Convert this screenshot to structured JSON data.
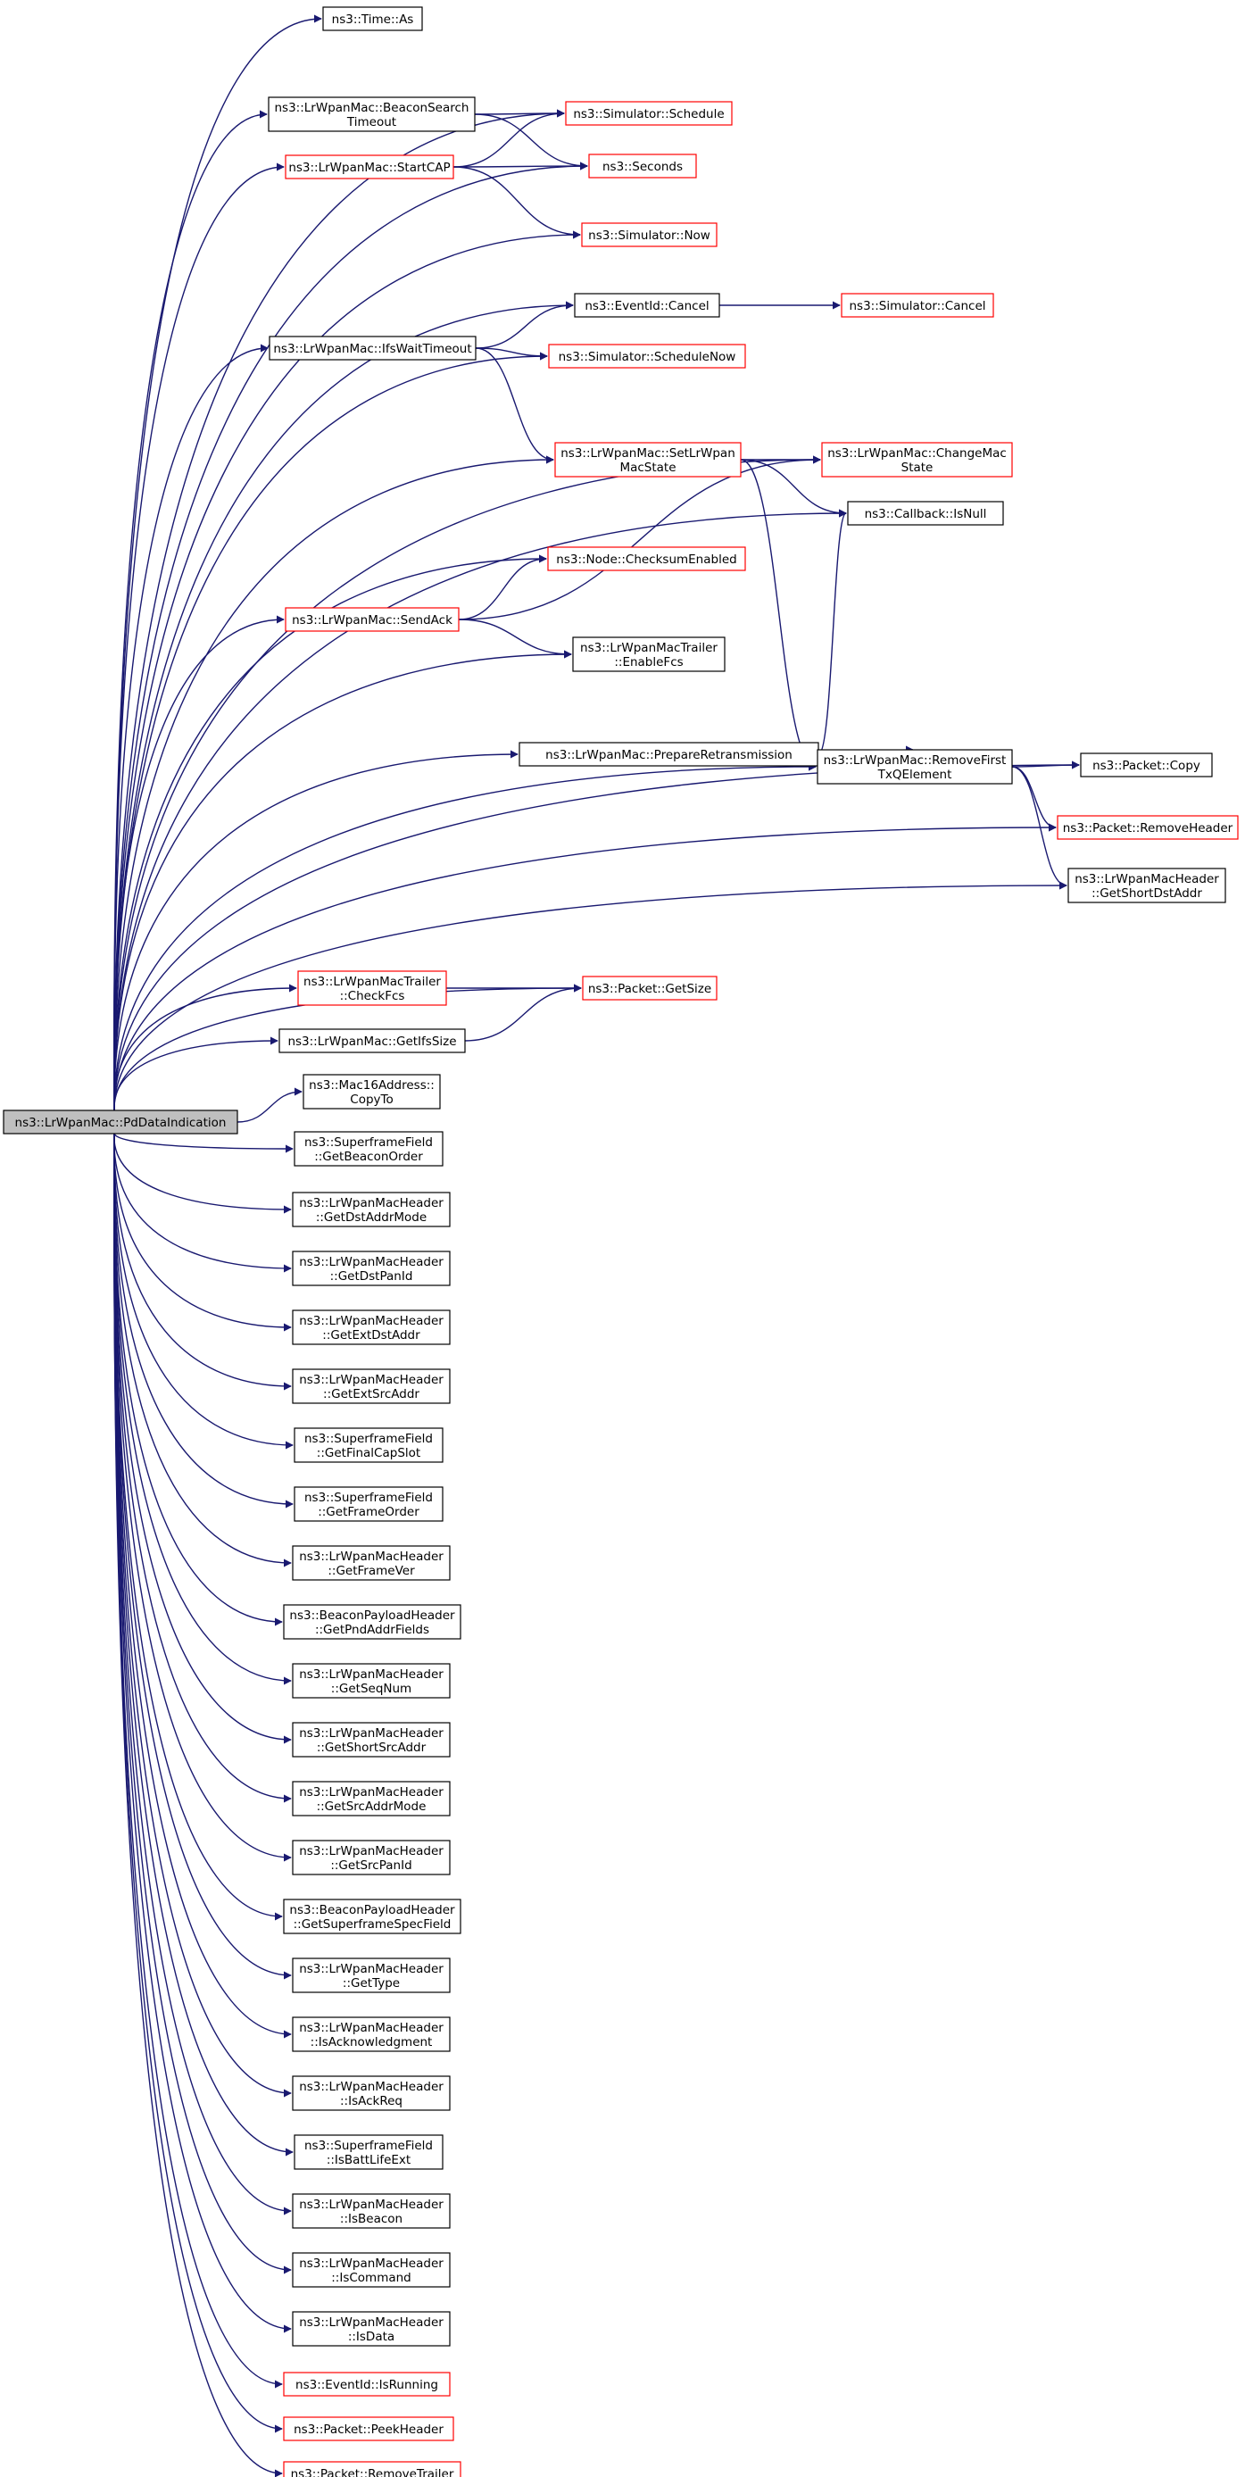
{
  "diagram": {
    "type": "call-graph",
    "colors": {
      "edge": "#191970",
      "border_default": "#000000",
      "border_truncated": "#ff0000",
      "root_fill": "#bfbfbf",
      "background": "#ffffff"
    },
    "nodes": [
      {
        "id": "root",
        "lines": [
          "ns3::LrWpanMac::PdDataIndication"
        ],
        "style": "root"
      },
      {
        "id": "time_as",
        "lines": [
          "ns3::Time::As"
        ],
        "style": "black"
      },
      {
        "id": "beacon_search",
        "lines": [
          "ns3::LrWpanMac::BeaconSearch",
          "Timeout"
        ],
        "style": "black"
      },
      {
        "id": "schedule",
        "lines": [
          "ns3::Simulator::Schedule"
        ],
        "style": "red"
      },
      {
        "id": "start_cap",
        "lines": [
          "ns3::LrWpanMac::StartCAP"
        ],
        "style": "red"
      },
      {
        "id": "seconds",
        "lines": [
          "ns3::Seconds"
        ],
        "style": "red"
      },
      {
        "id": "now",
        "lines": [
          "ns3::Simulator::Now"
        ],
        "style": "red"
      },
      {
        "id": "eventid_cancel",
        "lines": [
          "ns3::EventId::Cancel"
        ],
        "style": "black"
      },
      {
        "id": "sim_cancel",
        "lines": [
          "ns3::Simulator::Cancel"
        ],
        "style": "red"
      },
      {
        "id": "ifs_wait",
        "lines": [
          "ns3::LrWpanMac::IfsWaitTimeout"
        ],
        "style": "black"
      },
      {
        "id": "schedule_now",
        "lines": [
          "ns3::Simulator::ScheduleNow"
        ],
        "style": "red"
      },
      {
        "id": "set_state",
        "lines": [
          "ns3::LrWpanMac::SetLrWpan",
          "MacState"
        ],
        "style": "red"
      },
      {
        "id": "change_state",
        "lines": [
          "ns3::LrWpanMac::ChangeMac",
          "State"
        ],
        "style": "red"
      },
      {
        "id": "isnull",
        "lines": [
          "ns3::Callback::IsNull"
        ],
        "style": "black"
      },
      {
        "id": "checksum",
        "lines": [
          "ns3::Node::ChecksumEnabled"
        ],
        "style": "red"
      },
      {
        "id": "send_ack",
        "lines": [
          "ns3::LrWpanMac::SendAck"
        ],
        "style": "red"
      },
      {
        "id": "enable_fcs",
        "lines": [
          "ns3::LrWpanMacTrailer",
          "::EnableFcs"
        ],
        "style": "black"
      },
      {
        "id": "prepare_retx",
        "lines": [
          "ns3::LrWpanMac::PrepareRetransmission"
        ],
        "style": "black"
      },
      {
        "id": "remove_first",
        "lines": [
          "ns3::LrWpanMac::RemoveFirst",
          "TxQElement"
        ],
        "style": "black"
      },
      {
        "id": "copy",
        "lines": [
          "ns3::Packet::Copy"
        ],
        "style": "black"
      },
      {
        "id": "remove_header",
        "lines": [
          "ns3::Packet::RemoveHeader"
        ],
        "style": "red"
      },
      {
        "id": "short_dst",
        "lines": [
          "ns3::LrWpanMacHeader",
          "::GetShortDstAddr"
        ],
        "style": "black"
      },
      {
        "id": "check_fcs",
        "lines": [
          "ns3::LrWpanMacTrailer",
          "::CheckFcs"
        ],
        "style": "red"
      },
      {
        "id": "get_size",
        "lines": [
          "ns3::Packet::GetSize"
        ],
        "style": "red"
      },
      {
        "id": "ifs_size",
        "lines": [
          "ns3::LrWpanMac::GetIfsSize"
        ],
        "style": "black"
      },
      {
        "id": "copy_to",
        "lines": [
          "ns3::Mac16Address::",
          "CopyTo"
        ],
        "style": "black"
      },
      {
        "id": "beacon_order",
        "lines": [
          "ns3::SuperframeField",
          "::GetBeaconOrder"
        ],
        "style": "black"
      },
      {
        "id": "dst_addr_mode",
        "lines": [
          "ns3::LrWpanMacHeader",
          "::GetDstAddrMode"
        ],
        "style": "black"
      },
      {
        "id": "dst_pan",
        "lines": [
          "ns3::LrWpanMacHeader",
          "::GetDstPanId"
        ],
        "style": "black"
      },
      {
        "id": "ext_dst",
        "lines": [
          "ns3::LrWpanMacHeader",
          "::GetExtDstAddr"
        ],
        "style": "black"
      },
      {
        "id": "ext_src",
        "lines": [
          "ns3::LrWpanMacHeader",
          "::GetExtSrcAddr"
        ],
        "style": "black"
      },
      {
        "id": "final_cap",
        "lines": [
          "ns3::SuperframeField",
          "::GetFinalCapSlot"
        ],
        "style": "black"
      },
      {
        "id": "frame_order",
        "lines": [
          "ns3::SuperframeField",
          "::GetFrameOrder"
        ],
        "style": "black"
      },
      {
        "id": "frame_ver",
        "lines": [
          "ns3::LrWpanMacHeader",
          "::GetFrameVer"
        ],
        "style": "black"
      },
      {
        "id": "pnd_addr",
        "lines": [
          "ns3::BeaconPayloadHeader",
          "::GetPndAddrFields"
        ],
        "style": "black"
      },
      {
        "id": "seq_num",
        "lines": [
          "ns3::LrWpanMacHeader",
          "::GetSeqNum"
        ],
        "style": "black"
      },
      {
        "id": "short_src",
        "lines": [
          "ns3::LrWpanMacHeader",
          "::GetShortSrcAddr"
        ],
        "style": "black"
      },
      {
        "id": "src_addr_mode",
        "lines": [
          "ns3::LrWpanMacHeader",
          "::GetSrcAddrMode"
        ],
        "style": "black"
      },
      {
        "id": "src_pan",
        "lines": [
          "ns3::LrWpanMacHeader",
          "::GetSrcPanId"
        ],
        "style": "black"
      },
      {
        "id": "superframe_spec",
        "lines": [
          "ns3::BeaconPayloadHeader",
          "::GetSuperframeSpecField"
        ],
        "style": "black"
      },
      {
        "id": "get_type",
        "lines": [
          "ns3::LrWpanMacHeader",
          "::GetType"
        ],
        "style": "black"
      },
      {
        "id": "is_ack",
        "lines": [
          "ns3::LrWpanMacHeader",
          "::IsAcknowledgment"
        ],
        "style": "black"
      },
      {
        "id": "is_ack_req",
        "lines": [
          "ns3::LrWpanMacHeader",
          "::IsAckReq"
        ],
        "style": "black"
      },
      {
        "id": "batt_life",
        "lines": [
          "ns3::SuperframeField",
          "::IsBattLifeExt"
        ],
        "style": "black"
      },
      {
        "id": "is_beacon",
        "lines": [
          "ns3::LrWpanMacHeader",
          "::IsBeacon"
        ],
        "style": "black"
      },
      {
        "id": "is_command",
        "lines": [
          "ns3::LrWpanMacHeader",
          "::IsCommand"
        ],
        "style": "black"
      },
      {
        "id": "is_data",
        "lines": [
          "ns3::LrWpanMacHeader",
          "::IsData"
        ],
        "style": "black"
      },
      {
        "id": "is_running",
        "lines": [
          "ns3::EventId::IsRunning"
        ],
        "style": "red"
      },
      {
        "id": "peek_header",
        "lines": [
          "ns3::Packet::PeekHeader"
        ],
        "style": "red"
      },
      {
        "id": "remove_trailer",
        "lines": [
          "ns3::Packet::RemoveTrailer"
        ],
        "style": "red"
      }
    ],
    "edges": [
      [
        "root",
        "time_as"
      ],
      [
        "root",
        "schedule"
      ],
      [
        "root",
        "beacon_search"
      ],
      [
        "root",
        "start_cap"
      ],
      [
        "root",
        "seconds"
      ],
      [
        "root",
        "now"
      ],
      [
        "root",
        "eventid_cancel"
      ],
      [
        "root",
        "ifs_wait"
      ],
      [
        "root",
        "schedule_now"
      ],
      [
        "root",
        "set_state"
      ],
      [
        "root",
        "change_state"
      ],
      [
        "root",
        "isnull"
      ],
      [
        "root",
        "checksum"
      ],
      [
        "root",
        "send_ack"
      ],
      [
        "root",
        "enable_fcs"
      ],
      [
        "root",
        "prepare_retx"
      ],
      [
        "root",
        "copy"
      ],
      [
        "root",
        "remove_first"
      ],
      [
        "root",
        "remove_header"
      ],
      [
        "root",
        "short_dst"
      ],
      [
        "root",
        "get_size"
      ],
      [
        "root",
        "check_fcs"
      ],
      [
        "root",
        "ifs_size"
      ],
      [
        "root",
        "copy_to"
      ],
      [
        "root",
        "beacon_order"
      ],
      [
        "root",
        "dst_addr_mode"
      ],
      [
        "root",
        "dst_pan"
      ],
      [
        "root",
        "ext_dst"
      ],
      [
        "root",
        "ext_src"
      ],
      [
        "root",
        "final_cap"
      ],
      [
        "root",
        "frame_order"
      ],
      [
        "root",
        "frame_ver"
      ],
      [
        "root",
        "pnd_addr"
      ],
      [
        "root",
        "seq_num"
      ],
      [
        "root",
        "short_src"
      ],
      [
        "root",
        "src_addr_mode"
      ],
      [
        "root",
        "src_pan"
      ],
      [
        "root",
        "superframe_spec"
      ],
      [
        "root",
        "get_type"
      ],
      [
        "root",
        "is_ack"
      ],
      [
        "root",
        "is_ack_req"
      ],
      [
        "root",
        "batt_life"
      ],
      [
        "root",
        "is_beacon"
      ],
      [
        "root",
        "is_command"
      ],
      [
        "root",
        "is_data"
      ],
      [
        "root",
        "is_running"
      ],
      [
        "root",
        "peek_header"
      ],
      [
        "root",
        "remove_trailer"
      ],
      [
        "beacon_search",
        "schedule"
      ],
      [
        "beacon_search",
        "seconds"
      ],
      [
        "start_cap",
        "schedule"
      ],
      [
        "start_cap",
        "seconds"
      ],
      [
        "start_cap",
        "now"
      ],
      [
        "eventid_cancel",
        "sim_cancel"
      ],
      [
        "ifs_wait",
        "eventid_cancel"
      ],
      [
        "ifs_wait",
        "schedule_now"
      ],
      [
        "ifs_wait",
        "set_state"
      ],
      [
        "set_state",
        "change_state"
      ],
      [
        "set_state",
        "isnull"
      ],
      [
        "set_state",
        "remove_first"
      ],
      [
        "send_ack",
        "checksum"
      ],
      [
        "send_ack",
        "enable_fcs"
      ],
      [
        "send_ack",
        "change_state"
      ],
      [
        "prepare_retx",
        "isnull"
      ],
      [
        "prepare_retx",
        "remove_first"
      ],
      [
        "remove_first",
        "copy"
      ],
      [
        "remove_first",
        "remove_header"
      ],
      [
        "remove_first",
        "short_dst"
      ],
      [
        "check_fcs",
        "get_size"
      ],
      [
        "ifs_size",
        "get_size"
      ]
    ]
  }
}
